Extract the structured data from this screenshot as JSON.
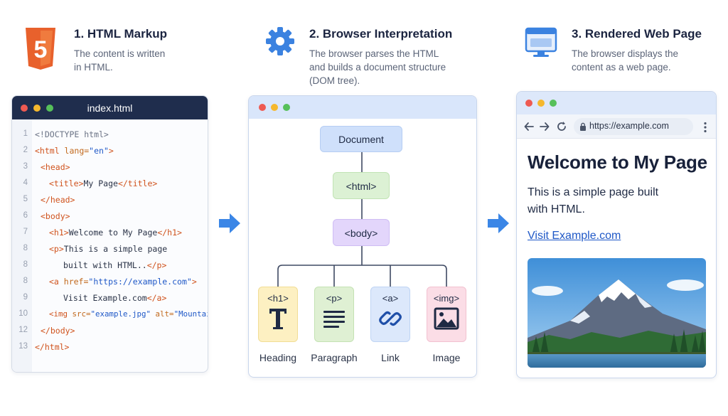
{
  "steps": [
    {
      "title": "1. HTML Markup",
      "desc_line1": "The content is written",
      "desc_line2": "in HTML."
    },
    {
      "title": "2. Browser Interpretation",
      "desc_line1": "The browser parses the HTML",
      "desc_line2": "and builds a document structure",
      "desc_line3": "(DOM tree)."
    },
    {
      "title": "3. Rendered Web Page",
      "desc_line1": "The browser displays the",
      "desc_line2": "content as a web page."
    }
  ],
  "html5_badge": "5",
  "editor": {
    "filename": "index.html",
    "lines": [
      {
        "num": "1",
        "code": "<!DOCTYPE html>"
      },
      {
        "num": "2",
        "code": "<html lang=\"en\">"
      },
      {
        "num": "3",
        "code": "<head>"
      },
      {
        "num": "4",
        "code": "<title>My Page</title>"
      },
      {
        "num": "5",
        "code": "</head>"
      },
      {
        "num": "6",
        "code": "<body>"
      },
      {
        "num": "7",
        "code": "<h1>Welcome to My Page</h1>"
      },
      {
        "num": "8",
        "code": "<p>This is a simple page"
      },
      {
        "num": "8",
        "code": "built with HTML..</p>"
      },
      {
        "num": "8",
        "code": "<a href=\"https://example.com\">"
      },
      {
        "num": "9",
        "code": "Visit Example.com</a>"
      },
      {
        "num": "10",
        "code": "<img src=\"example.jpg\" alt=\"Mountain\">"
      },
      {
        "num": "12",
        "code": "</body>"
      },
      {
        "num": "13",
        "code": "</html>"
      }
    ],
    "parts": {
      "l1": "<!DOCTYPE html>",
      "l2_open": "<html ",
      "l2_attr": "lang=",
      "l2_str": "\"en\"",
      "l2_close": ">",
      "l3": "<head>",
      "l4_open": "<title>",
      "l4_text": "My Page",
      "l4_close": "</title>",
      "l5": "</head>",
      "l6": "<body>",
      "l7_open": "<h1>",
      "l7_text": "Welcome to My Page",
      "l7_close": "</h1>",
      "l8_open": "<p>",
      "l8_text": "This is a simple page",
      "l8b_text": "built with HTML..",
      "l8b_close": "</p>",
      "l8c_open": "<a ",
      "l8c_attr": "href=",
      "l8c_str": "\"https://example.com\"",
      "l8c_close": ">",
      "l9_text": "Visit Example.com",
      "l9_close": "</a>",
      "l10_open": "<img ",
      "l10_attr1": "src=",
      "l10_str1": "\"example.jpg\"",
      "l10_attr2": " alt=",
      "l10_str2": "\"Mountain\"",
      "l10_close": ">",
      "l12": "</body>",
      "l13": "</html>"
    }
  },
  "dom_tree": {
    "root": "Document",
    "html": "<html>",
    "body": "<body>",
    "leaves": [
      {
        "tag": "<h1>",
        "caption": "Heading",
        "icon": "text-icon",
        "color": "#fdf0c2"
      },
      {
        "tag": "<p>",
        "caption": "Paragraph",
        "icon": "paragraph-lines-icon",
        "color": "#dff0d3"
      },
      {
        "tag": "<a>",
        "caption": "Link",
        "icon": "link-icon",
        "color": "#dce8fb"
      },
      {
        "tag": "<img>",
        "caption": "Image",
        "icon": "image-icon",
        "color": "#fbdde6"
      }
    ]
  },
  "browser": {
    "url": "https://example.com",
    "h1": "Welcome to My Page",
    "p_line1": "This is a simple page built",
    "p_line2": "with HTML.",
    "link": "Visit Example.com"
  },
  "colors": {
    "html5_orange": "#e8612c",
    "gear_blue": "#3b82e0",
    "editor_bar": "#1f2d4d",
    "node_document": "#cfe0fb",
    "node_html": "#dcf1d4",
    "node_body": "#e3d6fb",
    "arrow_blue": "#3b86e6",
    "dot_red": "#ee5a52",
    "dot_yellow": "#f5b82e",
    "dot_green": "#56c05a"
  }
}
